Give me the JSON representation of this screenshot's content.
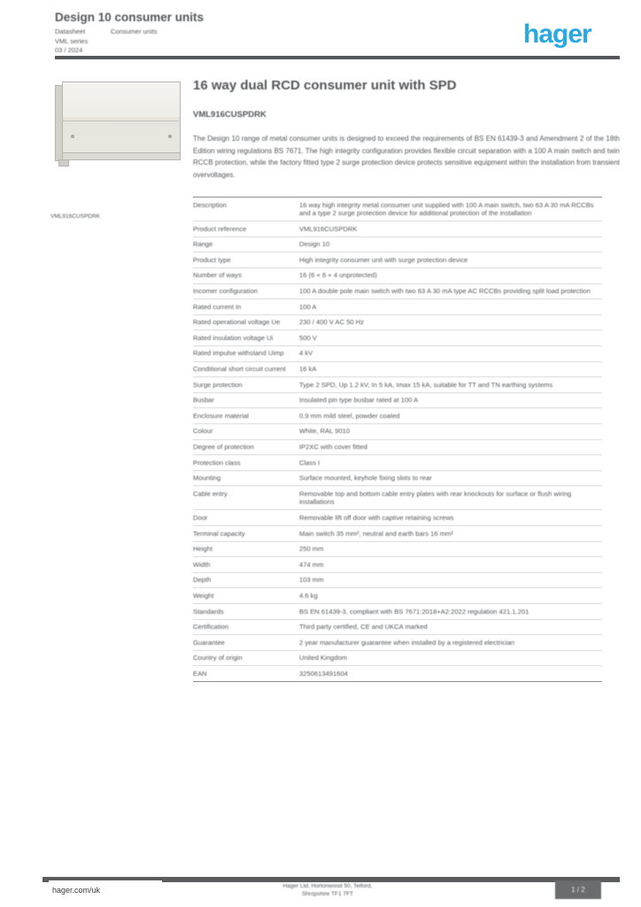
{
  "logo": {
    "text": "hager",
    "color": "#29a9e0"
  },
  "header": {
    "title": "Design 10 consumer units",
    "side_note": "Consumer units",
    "meta_lines": [
      "Datasheet",
      "VML series",
      "03 / 2024"
    ]
  },
  "product": {
    "image_caption": "VML916CUSPDRK"
  },
  "main": {
    "title": "16 way dual RCD consumer unit with SPD",
    "reference": "VML916CUSPDRK",
    "description": "The Design 10 range of metal consumer units is designed to exceed the requirements of BS EN 61439-3 and Amendment 2 of the 18th Edition wiring regulations BS 7671. The high integrity configuration provides flexible circuit separation with a 100 A main switch and twin RCCB protection, while the factory fitted type 2 surge protection device protects sensitive equipment within the installation from transient overvoltages."
  },
  "specs": {
    "rows": [
      {
        "label": "Description",
        "value": "16 way high integrity metal consumer unit supplied with 100 A main switch, two 63 A 30 mA RCCBs and a type 2 surge protection device for additional protection of the installation"
      },
      {
        "label": "Product reference",
        "value": "VML916CUSPDRK"
      },
      {
        "label": "Range",
        "value": "Design 10"
      },
      {
        "label": "Product type",
        "value": "High integrity consumer unit with surge protection device"
      },
      {
        "label": "Number of ways",
        "value": "16 (6 + 6 + 4 unprotected)"
      },
      {
        "label": "Incomer configuration",
        "value": "100 A double pole main switch with two 63 A 30 mA type AC RCCBs providing split load protection"
      },
      {
        "label": "Rated current In",
        "value": "100 A"
      },
      {
        "label": "Rated operational voltage Ue",
        "value": "230 / 400 V AC 50 Hz"
      },
      {
        "label": "Rated insulation voltage Ui",
        "value": "500 V"
      },
      {
        "label": "Rated impulse withstand Uimp",
        "value": "4 kV"
      },
      {
        "label": "Conditional short circuit current",
        "value": "16 kA"
      },
      {
        "label": "Surge protection",
        "value": "Type 2 SPD, Up 1.2 kV, In 5 kA, Imax 15 kA, suitable for TT and TN earthing systems"
      },
      {
        "label": "Busbar",
        "value": "Insulated pin type busbar rated at 100 A"
      },
      {
        "label": "Enclosure material",
        "value": "0.9 mm mild steel, powder coated"
      },
      {
        "label": "Colour",
        "value": "White, RAL 9010"
      },
      {
        "label": "Degree of protection",
        "value": "IP2XC with cover fitted"
      },
      {
        "label": "Protection class",
        "value": "Class I"
      },
      {
        "label": "Mounting",
        "value": "Surface mounted, keyhole fixing slots to rear"
      },
      {
        "label": "Cable entry",
        "value": "Removable top and bottom cable entry plates with rear knockouts for surface or flush wiring installations"
      },
      {
        "label": "Door",
        "value": "Removable lift off door with captive retaining screws"
      },
      {
        "label": "Terminal capacity",
        "value": "Main switch 35 mm², neutral and earth bars 16 mm²"
      },
      {
        "label": "Height",
        "value": "250 mm"
      },
      {
        "label": "Width",
        "value": "474 mm"
      },
      {
        "label": "Depth",
        "value": "103 mm"
      },
      {
        "label": "Weight",
        "value": "4.6 kg"
      },
      {
        "label": "Standards",
        "value": "BS EN 61439-3, compliant with BS 7671:2018+A2:2022 regulation 421.1.201"
      },
      {
        "label": "Certification",
        "value": "Third party certified, CE and UKCA marked"
      },
      {
        "label": "Guarantee",
        "value": "2 year manufacturer guarantee when installed by a registered electrician"
      },
      {
        "label": "Country of origin",
        "value": "United Kingdom"
      },
      {
        "label": "EAN",
        "value": "3250613491604"
      }
    ]
  },
  "footer": {
    "website": "hager.com/uk",
    "company": "Hager Ltd, Hortonwood 50, Telford, Shropshire TF1 7FT",
    "page_indicator": "1 / 2"
  }
}
